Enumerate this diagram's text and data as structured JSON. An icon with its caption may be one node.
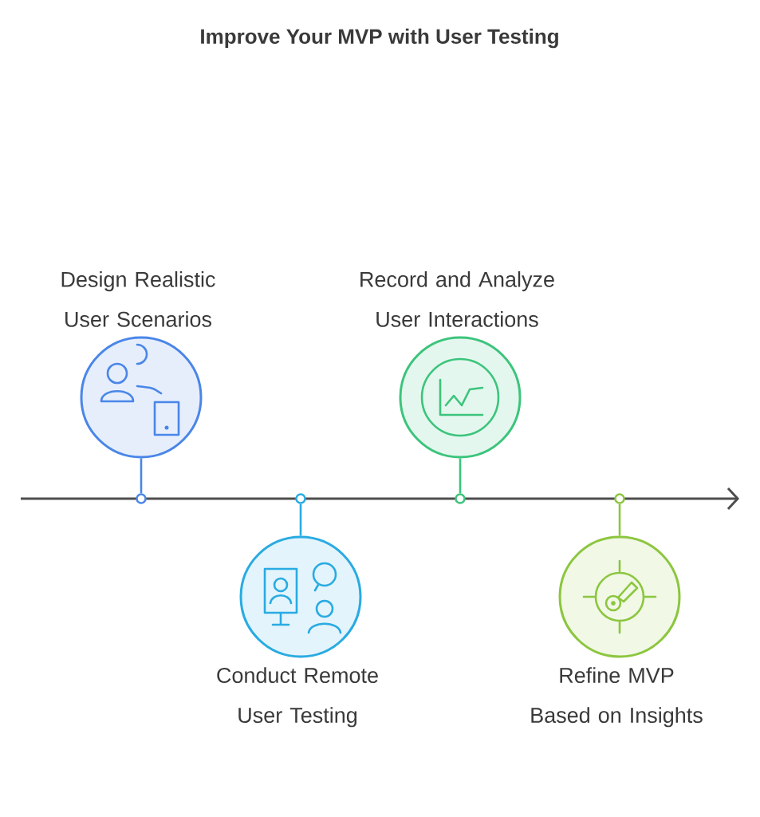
{
  "diagram": {
    "title": "Improve Your MVP with User Testing",
    "nodes": [
      {
        "text": [
          "Design Realistic User Scenarios"
        ]
      },
      {
        "text": [
          "Conduct Remote User Testing"
        ]
      },
      {
        "text": [
          "Record and Analyze User Interactions"
        ]
      },
      {
        "text": [
          "Refine MVP Based on Insights"
        ]
      },
      {
        "text": [],
        "shape": "circle"
      },
      {
        "text": [],
        "shape": "circle"
      },
      {
        "text": [],
        "shape": "circle"
      },
      {
        "text": [],
        "shape": "circle"
      }
    ],
    "edges": [
      {
        "from": 0,
        "to": 4,
        "arrow": "none",
        "color": "#4a86e8"
      },
      {
        "from": 1,
        "to": 5,
        "arrow": "none",
        "color": "#29abe2"
      },
      {
        "from": 2,
        "to": 6,
        "arrow": "none",
        "color": "#3cc47c"
      },
      {
        "from": 3,
        "to": 7,
        "arrow": "none",
        "color": "#8cc63f"
      }
    ]
  }
}
